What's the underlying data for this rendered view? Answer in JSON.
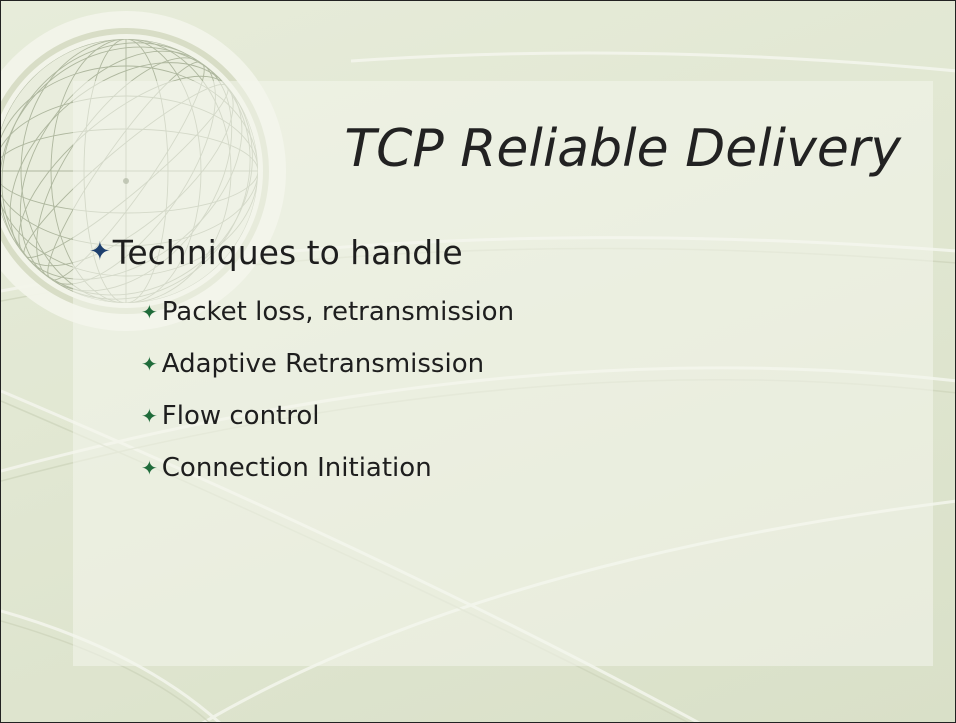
{
  "slide": {
    "title": "TCP Reliable Delivery",
    "bullet": {
      "icon": "star-bullet-icon",
      "text": "Techniques to handle"
    },
    "sub_bullets": [
      {
        "icon": "star-bullet-icon",
        "text": "Packet loss, retransmission"
      },
      {
        "icon": "star-bullet-icon",
        "text": "Adaptive Retransmission"
      },
      {
        "icon": "star-bullet-icon",
        "text": "Flow control"
      },
      {
        "icon": "star-bullet-icon",
        "text": "Connection Initiation"
      }
    ]
  },
  "colors": {
    "background": "#e1e7d2",
    "main_bullet": "#1d3f6e",
    "sub_bullet": "#1f6b3a",
    "text": "#1e1e1e"
  }
}
